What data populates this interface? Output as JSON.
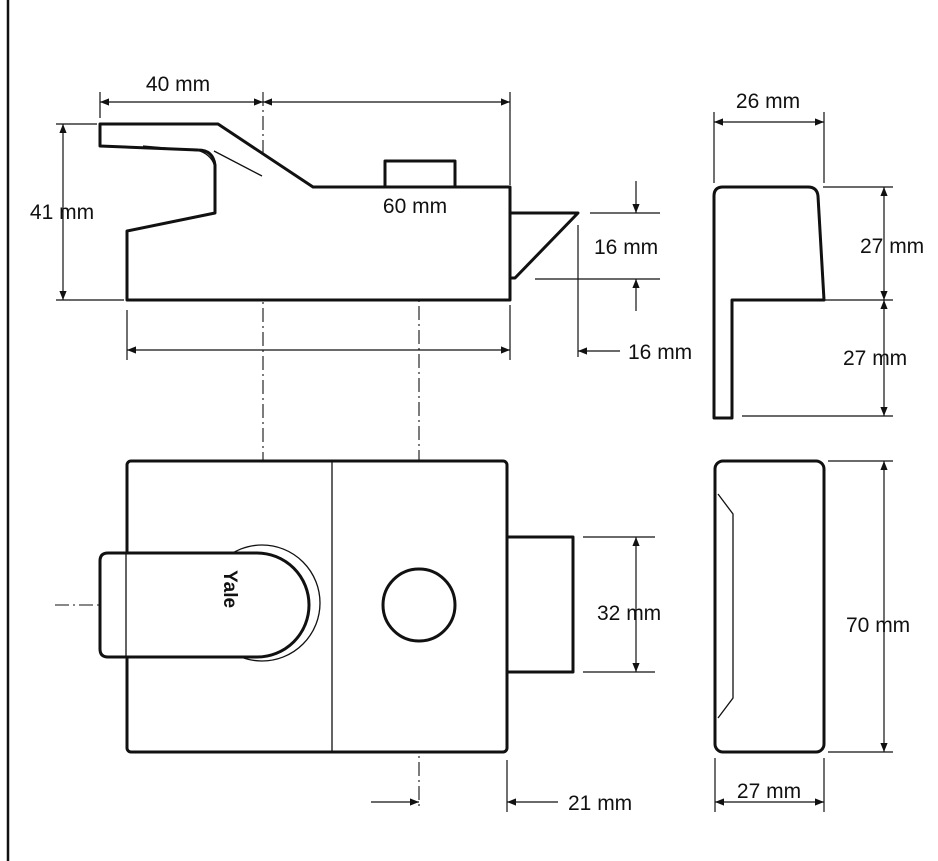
{
  "drawing": {
    "brand_text": "Yale",
    "dimensions": {
      "top_width_40": "40 mm",
      "top_height_41": "41 mm",
      "top_length_60": "60 mm",
      "bolt_height_16": "16 mm",
      "bolt_throw_16": "16 mm",
      "side_width_26": "26 mm",
      "side_upper_27": "27 mm",
      "side_lower_27": "27 mm",
      "front_bolt_32": "32 mm",
      "front_offset_21": "21 mm",
      "end_height_70": "70 mm",
      "end_width_27": "27 mm"
    }
  }
}
